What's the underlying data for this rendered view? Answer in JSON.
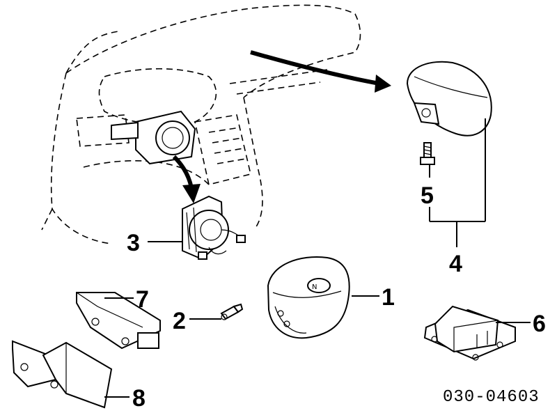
{
  "callouts": {
    "c1": "1",
    "c2": "2",
    "c3": "3",
    "c4": "4",
    "c5": "5",
    "c6": "6",
    "c7": "7",
    "c8": "8"
  },
  "diagram_code": "030-04603"
}
